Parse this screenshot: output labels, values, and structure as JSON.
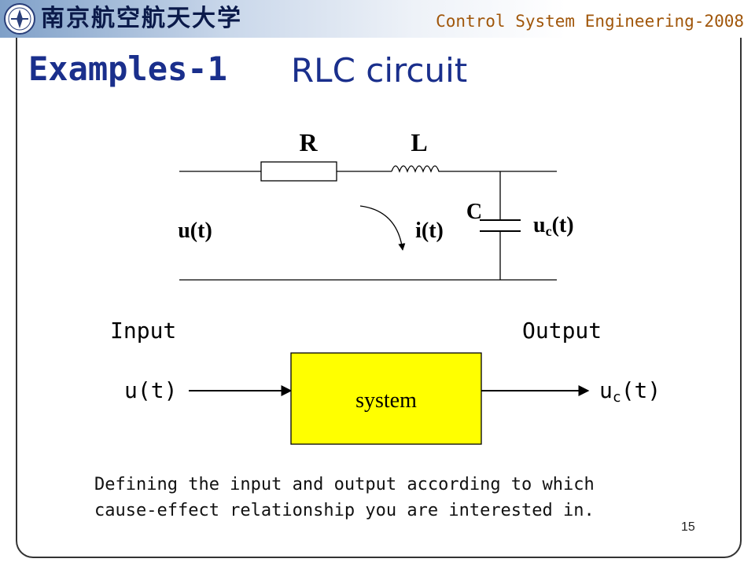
{
  "header": {
    "university_name": "南京航空航天大学",
    "course_title": "Control System Engineering-2008"
  },
  "slide": {
    "title_main": "Examples-1",
    "title_sub": "RLC circuit",
    "page_number": "15"
  },
  "circuit": {
    "resistor_label": "R",
    "inductor_label": "L",
    "capacitor_label": "C",
    "input_voltage_label": "u(t)",
    "current_label": "i(t)",
    "output_voltage_base": "u",
    "output_voltage_sub": "c",
    "output_voltage_tail": "(t)"
  },
  "block_diagram": {
    "input_heading": "Input",
    "output_heading": "Output",
    "input_signal": "u(t)",
    "output_signal_base": "u",
    "output_signal_sub": "c",
    "output_signal_tail": "(t)",
    "system_label": "system",
    "system_fill": "#ffff00"
  },
  "caption": {
    "line1": "Defining the input and output according to which",
    "line2": "cause-effect relationship you are interested in."
  },
  "colors": {
    "title": "#1a2f8c",
    "course_title": "#a0560a"
  }
}
